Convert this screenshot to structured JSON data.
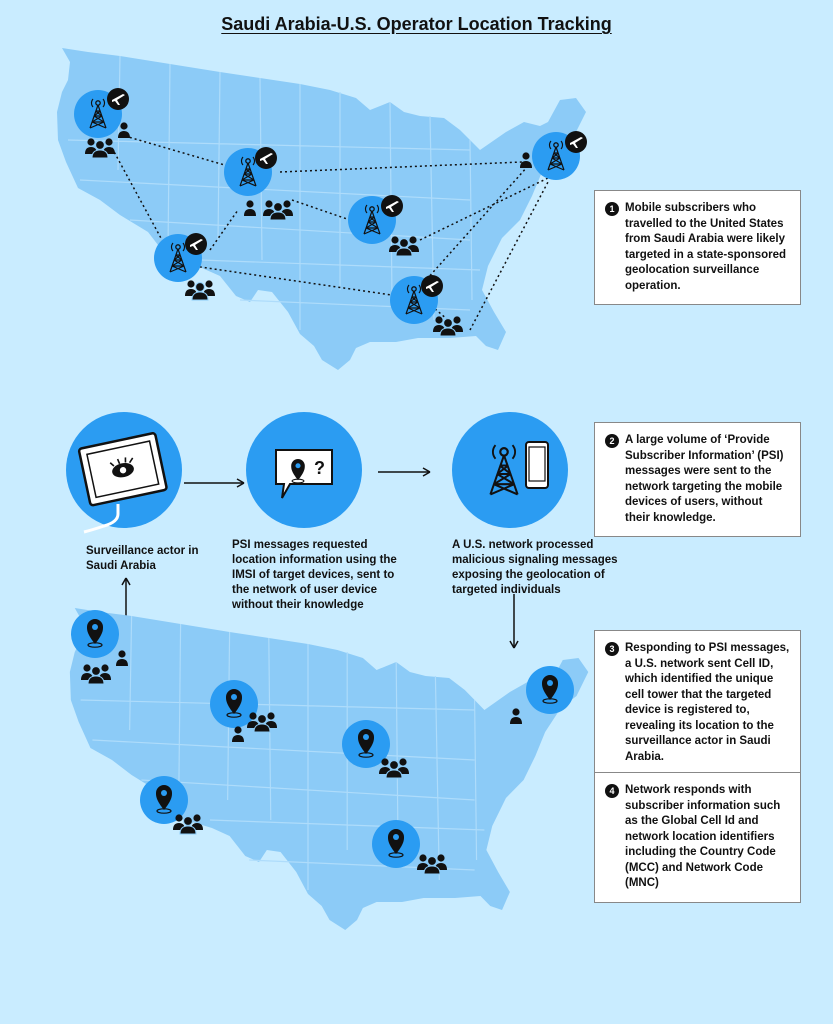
{
  "title": "Saudi Arabia-U.S. Operator Location Tracking",
  "notes": [
    {
      "num": "1",
      "text": "Mobile subscribers who travelled to the United States from Saudi Arabia were likely targeted in a state-sponsored geolocation surveillance operation."
    },
    {
      "num": "2",
      "text": "A large volume of ‘Provide Subscriber Information’ (PSI) messages were sent to the network targeting the mobile devices of users, without their knowledge."
    },
    {
      "num": "3",
      "text": "Responding to PSI messages, a U.S. network sent Cell ID, which identified the unique cell tower that the targeted device is registered to, revealing its location to the surveillance actor in Saudi Arabia."
    },
    {
      "num": "4",
      "text": "Network responds with subscriber information such as the Global Cell Id and network location identifiers including the Country Code (MCC) and Network Code (MNC)"
    }
  ],
  "captions": {
    "actor": "Surveillance actor in Saudi Arabia",
    "psi": "PSI messages requested location information using the IMSI of target devices, sent to the network of user device without their knowledge",
    "network": "A U.S. network processed malicious signaling messages exposing the geolocation of targeted individuals"
  },
  "icons": [
    "cell-tower-icon",
    "airplane-icon",
    "person-icon",
    "group-icon",
    "monitor-eye-icon",
    "location-message-icon",
    "map-pin-icon"
  ],
  "colors": {
    "background": "#c9ecff",
    "map": "#8ccbf7",
    "accent": "#2b9cf2",
    "text": "#111111"
  }
}
